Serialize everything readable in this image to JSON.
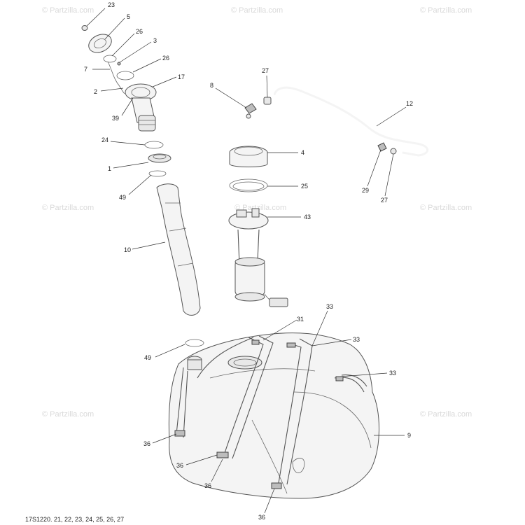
{
  "watermark": "© Partzilla.com",
  "footer_code": "17S1220. 21, 22, 23, 24, 25, 26, 27",
  "callouts": {
    "c23": "23",
    "c5": "5",
    "c26a": "26",
    "c3": "3",
    "c7": "7",
    "c26b": "26",
    "c2": "2",
    "c17": "17",
    "c39": "39",
    "c24": "24",
    "c1": "1",
    "c49a": "49",
    "c10": "10",
    "c27a": "27",
    "c8": "8",
    "c12": "12",
    "c4": "4",
    "c25": "25",
    "c43": "43",
    "c29": "29",
    "c27b": "27",
    "c31": "31",
    "c33a": "33",
    "c33b": "33",
    "c33c": "33",
    "c49b": "49",
    "c9": "9",
    "c36a": "36",
    "c36b": "36",
    "c36c": "36",
    "c36d": "36"
  }
}
